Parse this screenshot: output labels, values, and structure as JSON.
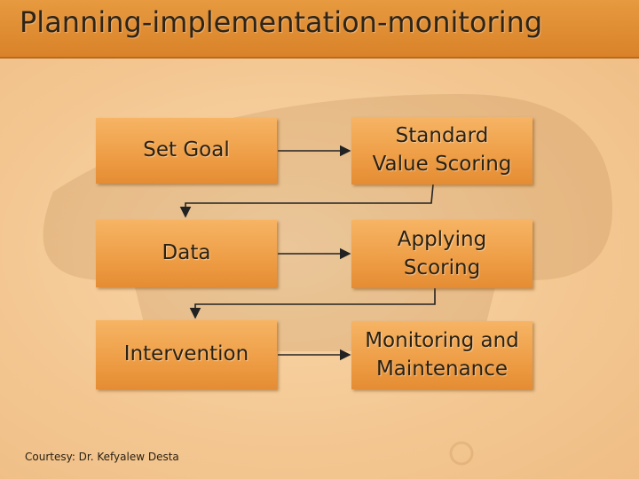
{
  "slide": {
    "title": "Planning-implementation-monitoring",
    "credit": "Courtesy: Dr. Kefyalew Desta"
  },
  "flow": {
    "set_goal": "Set Goal",
    "standard_value_scoring": "Standard Value Scoring",
    "data": "Data",
    "applying_scoring": "Applying Scoring",
    "intervention": "Intervention",
    "monitoring_maintenance": "Monitoring and Maintenance"
  },
  "colors": {
    "title_bar": "#dc8a33",
    "background": "#f5cd9c",
    "box": "#ee9d45",
    "text": "#2b2112",
    "connector": "#222222"
  },
  "icons": {
    "watermark": "university-logo-watermark"
  }
}
